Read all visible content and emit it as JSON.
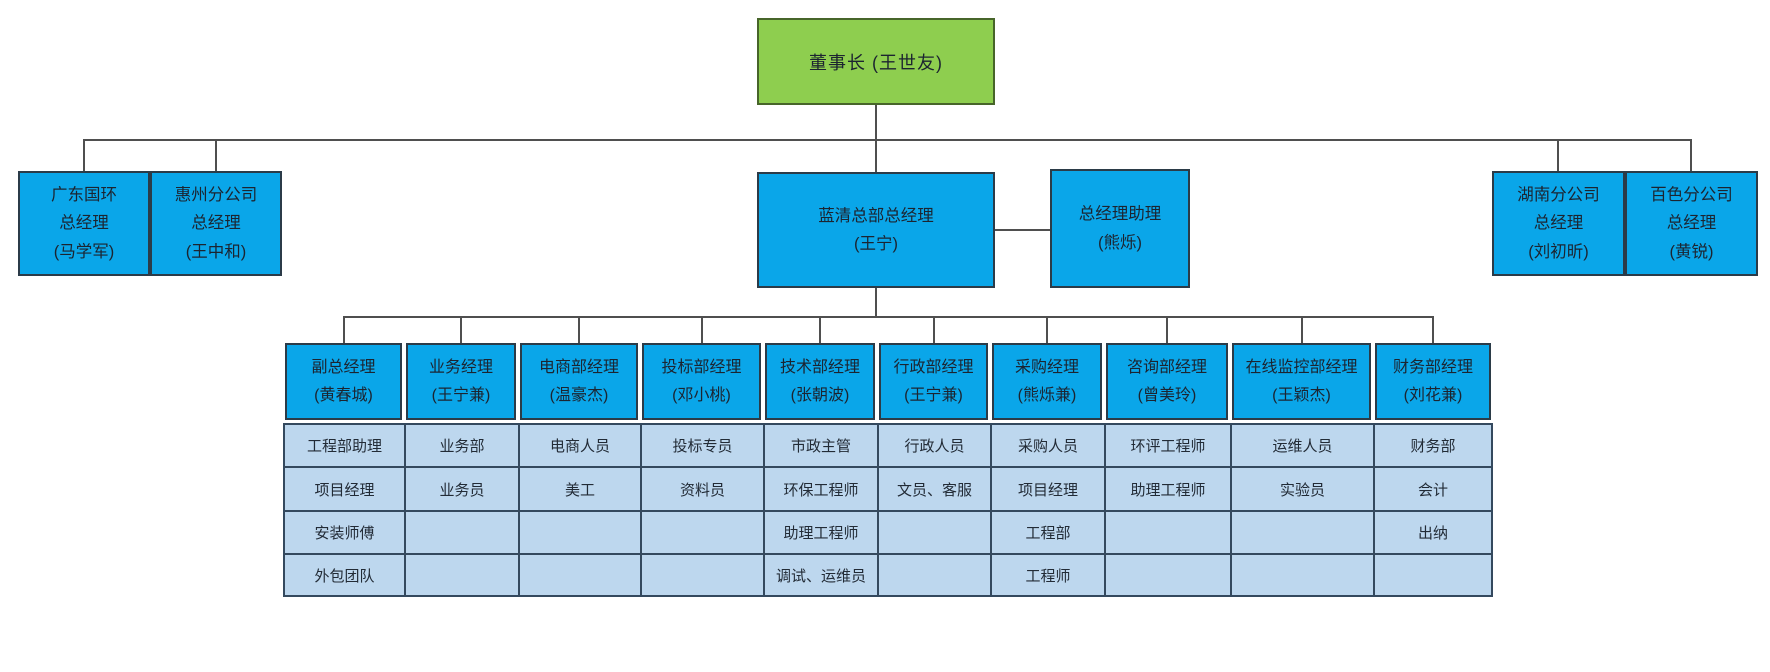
{
  "colors": {
    "chairman_green": "#8ECE4F",
    "box_blue": "#0AA6E9",
    "cell_light_blue": "#BDD7EE"
  },
  "chairman": {
    "label": "董事长 (王世友)"
  },
  "level2": [
    {
      "lines": [
        "广东国环",
        "总经理",
        "(马学军)"
      ]
    },
    {
      "lines": [
        "惠州分公司",
        "总经理",
        "(王中和)"
      ]
    },
    {
      "lines": [
        "蓝清总部总经理",
        "(王宁)"
      ]
    },
    {
      "lines": [
        "总经理助理",
        "(熊烁)"
      ]
    },
    {
      "lines": [
        "湖南分公司",
        "总经理",
        "(刘初昕)"
      ]
    },
    {
      "lines": [
        "百色分公司",
        "总经理",
        "(黄锐)"
      ]
    }
  ],
  "departments": [
    {
      "manager": {
        "title": "副总经理",
        "name": "(黄春城)"
      },
      "staff": [
        "工程部助理",
        "项目经理",
        "安装师傅",
        "外包团队"
      ]
    },
    {
      "manager": {
        "title": "业务经理",
        "name": "(王宁兼)"
      },
      "staff": [
        "业务部",
        "业务员",
        "",
        ""
      ]
    },
    {
      "manager": {
        "title": "电商部经理",
        "name": "(温豪杰)"
      },
      "staff": [
        "电商人员",
        "美工",
        "",
        ""
      ]
    },
    {
      "manager": {
        "title": "投标部经理",
        "name": "(邓小桃)"
      },
      "staff": [
        "投标专员",
        "资料员",
        "",
        ""
      ]
    },
    {
      "manager": {
        "title": "技术部经理",
        "name": "(张朝波)"
      },
      "staff": [
        "市政主管",
        "环保工程师",
        "助理工程师",
        "调试、运维员"
      ]
    },
    {
      "manager": {
        "title": "行政部经理",
        "name": "(王宁兼)"
      },
      "staff": [
        "行政人员",
        "文员、客服",
        "",
        ""
      ]
    },
    {
      "manager": {
        "title": "采购经理",
        "name": "(熊烁兼)"
      },
      "staff": [
        "采购人员",
        "项目经理",
        "工程部",
        "工程师"
      ]
    },
    {
      "manager": {
        "title": "咨询部经理",
        "name": "(曾美玲)"
      },
      "staff": [
        "环评工程师",
        "助理工程师",
        "",
        ""
      ]
    },
    {
      "manager": {
        "title": "在线监控部经理",
        "name": "(王颖杰)"
      },
      "staff": [
        "运维人员",
        "实验员",
        "",
        ""
      ]
    },
    {
      "manager": {
        "title": "财务部经理",
        "name": "(刘花兼)"
      },
      "staff": [
        "财务部",
        "会计",
        "出纳",
        ""
      ]
    }
  ]
}
